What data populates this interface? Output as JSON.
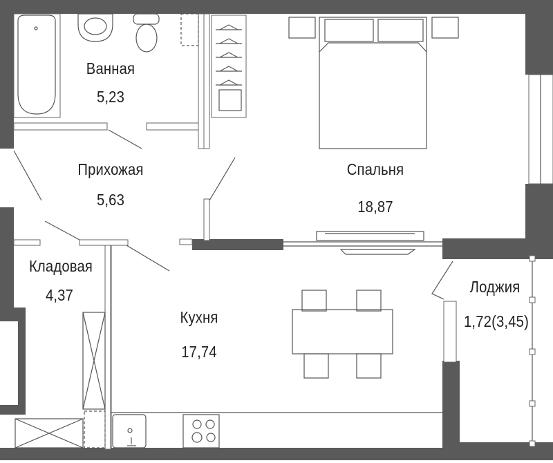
{
  "plan": {
    "wall_color": "#5a5a5a",
    "rooms": [
      {
        "id": "bathroom",
        "name": "Ванная",
        "area": "5,23"
      },
      {
        "id": "hallway",
        "name": "Прихожая",
        "area": "5,63"
      },
      {
        "id": "bedroom",
        "name": "Спальня",
        "area": "18,87"
      },
      {
        "id": "storage",
        "name": "Кладовая",
        "area": "4,37"
      },
      {
        "id": "kitchen",
        "name": "Кухня",
        "area": "17,74"
      },
      {
        "id": "loggia",
        "name": "Лоджия",
        "area": "1,72(3,45)"
      }
    ]
  }
}
